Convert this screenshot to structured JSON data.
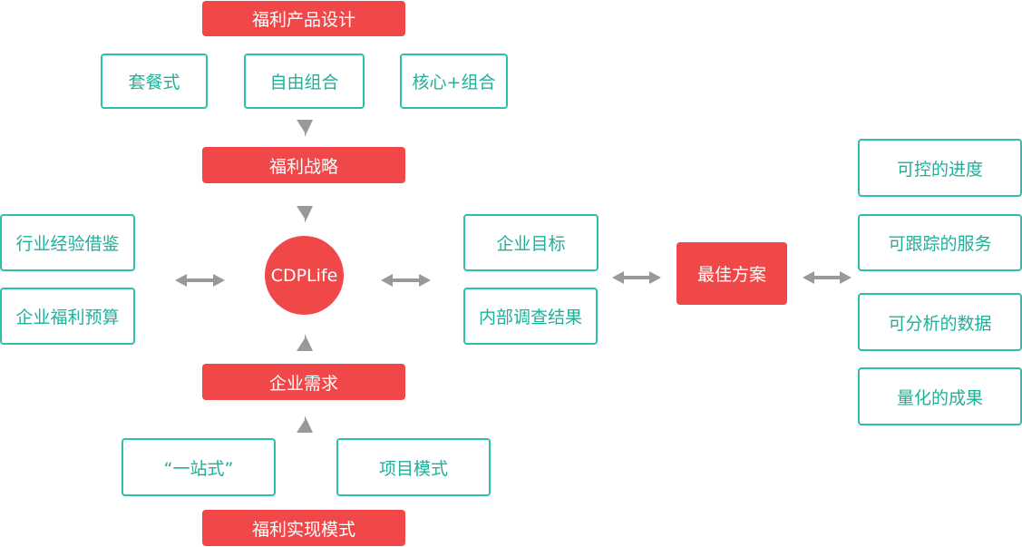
{
  "center": {
    "label": "CDPLife"
  },
  "design": {
    "title": "福利产品设计",
    "options": [
      "套餐式",
      "自由组合",
      "核心+组合"
    ]
  },
  "strategy": {
    "title": "福利战略"
  },
  "inputs_left": [
    "行业经验借鉴",
    "企业福利预算"
  ],
  "inputs_right": [
    "企业目标",
    "内部调查结果"
  ],
  "demand": {
    "title": "企业需求"
  },
  "realization": {
    "modes": [
      "“一站式”",
      "项目模式"
    ],
    "title": "福利实现模式"
  },
  "best_solution": {
    "label": "最佳方案"
  },
  "outcomes": [
    "可控的进度",
    "可跟踪的服务",
    "可分析的数据",
    "量化的成果"
  ],
  "colors": {
    "accent_red": "#f04848",
    "teal_border": "#2cc0a8",
    "teal_text": "#1fb09a",
    "arrow_gray": "#999999"
  }
}
